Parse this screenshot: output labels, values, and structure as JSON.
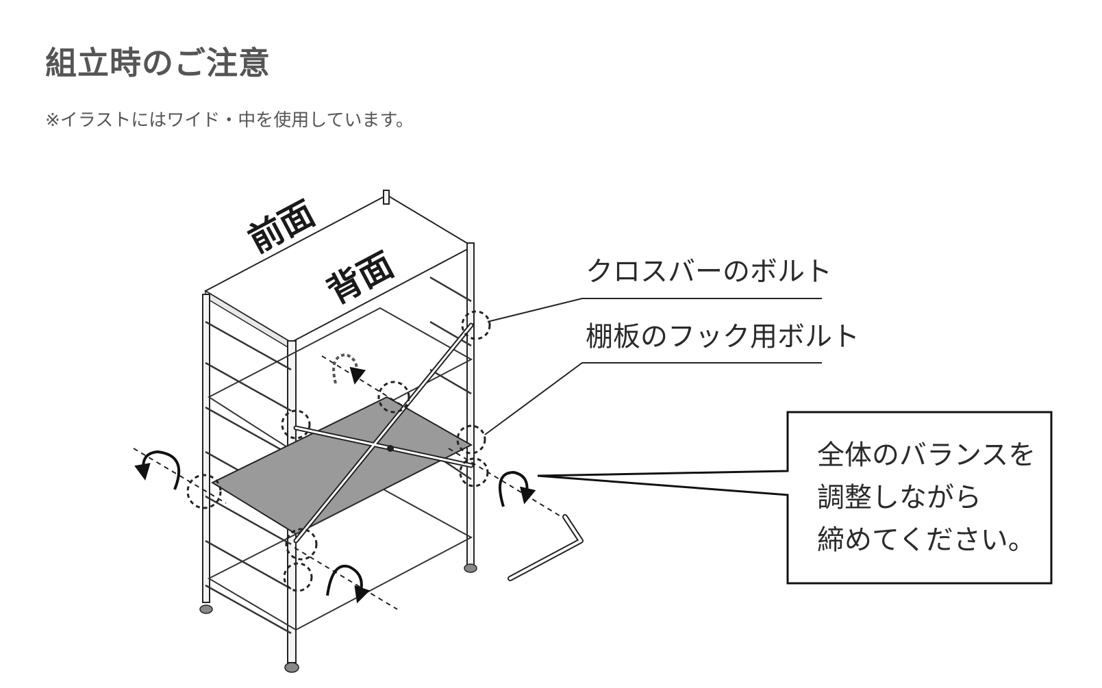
{
  "title": "組立時のご注意",
  "note": "※イラストにはワイド・中を使用しています。",
  "diagram": {
    "face_front": "前面",
    "face_back": "背面",
    "label_crossbar_bolt": "クロスバーのボルト",
    "label_shelf_hook_bolt": "棚板のフック用ボルト",
    "callout_lines": [
      "全体のバランスを",
      "調整しながら",
      "締めてください。"
    ]
  }
}
